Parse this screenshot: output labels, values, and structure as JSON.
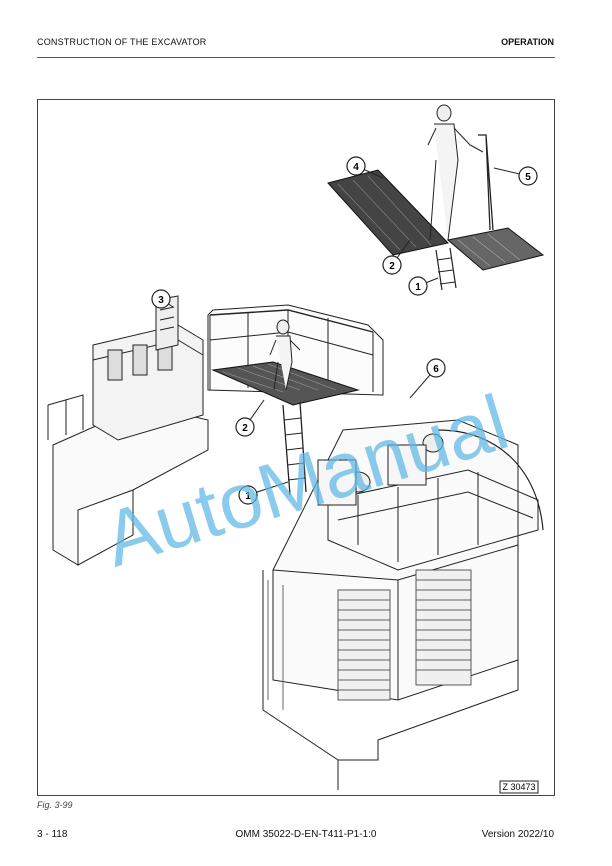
{
  "header": {
    "section_title": "CONSTRUCTION OF THE EXCAVATOR",
    "chapter": "OPERATION"
  },
  "figure": {
    "callouts": [
      "1",
      "2",
      "3",
      "4",
      "5",
      "6",
      "1",
      "2"
    ],
    "reference_code": "Z 30473",
    "caption": "Fig. 3-99"
  },
  "watermark": {
    "text": "AutoManual",
    "color": "#5bb6e6"
  },
  "footer": {
    "page_number": "3 - 118",
    "document_id": "OMM 35022-D-EN-T411-P1-1:0",
    "version": "Version 2022/10"
  }
}
